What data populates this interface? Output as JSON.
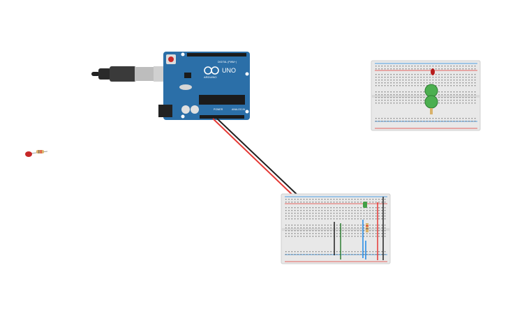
{
  "workspace": {
    "arduino": {
      "model_label": "UNO",
      "brand_label": "ARDUINO",
      "digital_label": "DIGITAL (PWM~)",
      "power_label": "POWER",
      "analog_label": "ANALOG IN"
    },
    "components": [
      {
        "name": "led-red-loose",
        "color": "#c62828"
      },
      {
        "name": "resistor-loose",
        "color": "#d9b26a"
      },
      {
        "name": "led-red-breadboard-top",
        "color": "#b71c1c"
      },
      {
        "name": "led-green-1",
        "color": "#4caf50"
      },
      {
        "name": "led-green-2",
        "color": "#4caf50"
      },
      {
        "name": "led-green-small",
        "color": "#43a047"
      }
    ],
    "wires": [
      {
        "name": "wire-5v",
        "color": "#e53935"
      },
      {
        "name": "wire-gnd",
        "color": "#212121"
      },
      {
        "name": "wire-green",
        "color": "#2e7d32"
      },
      {
        "name": "wire-blue",
        "color": "#1e88e5"
      },
      {
        "name": "wire-red-vertical",
        "color": "#e53935"
      },
      {
        "name": "wire-black-vertical",
        "color": "#212121"
      }
    ],
    "colors": {
      "board_blue": "#2b6fa8",
      "breadboard": "#e8e8e8",
      "rail_red": "#e53935",
      "rail_blue": "#1e88e5"
    }
  }
}
